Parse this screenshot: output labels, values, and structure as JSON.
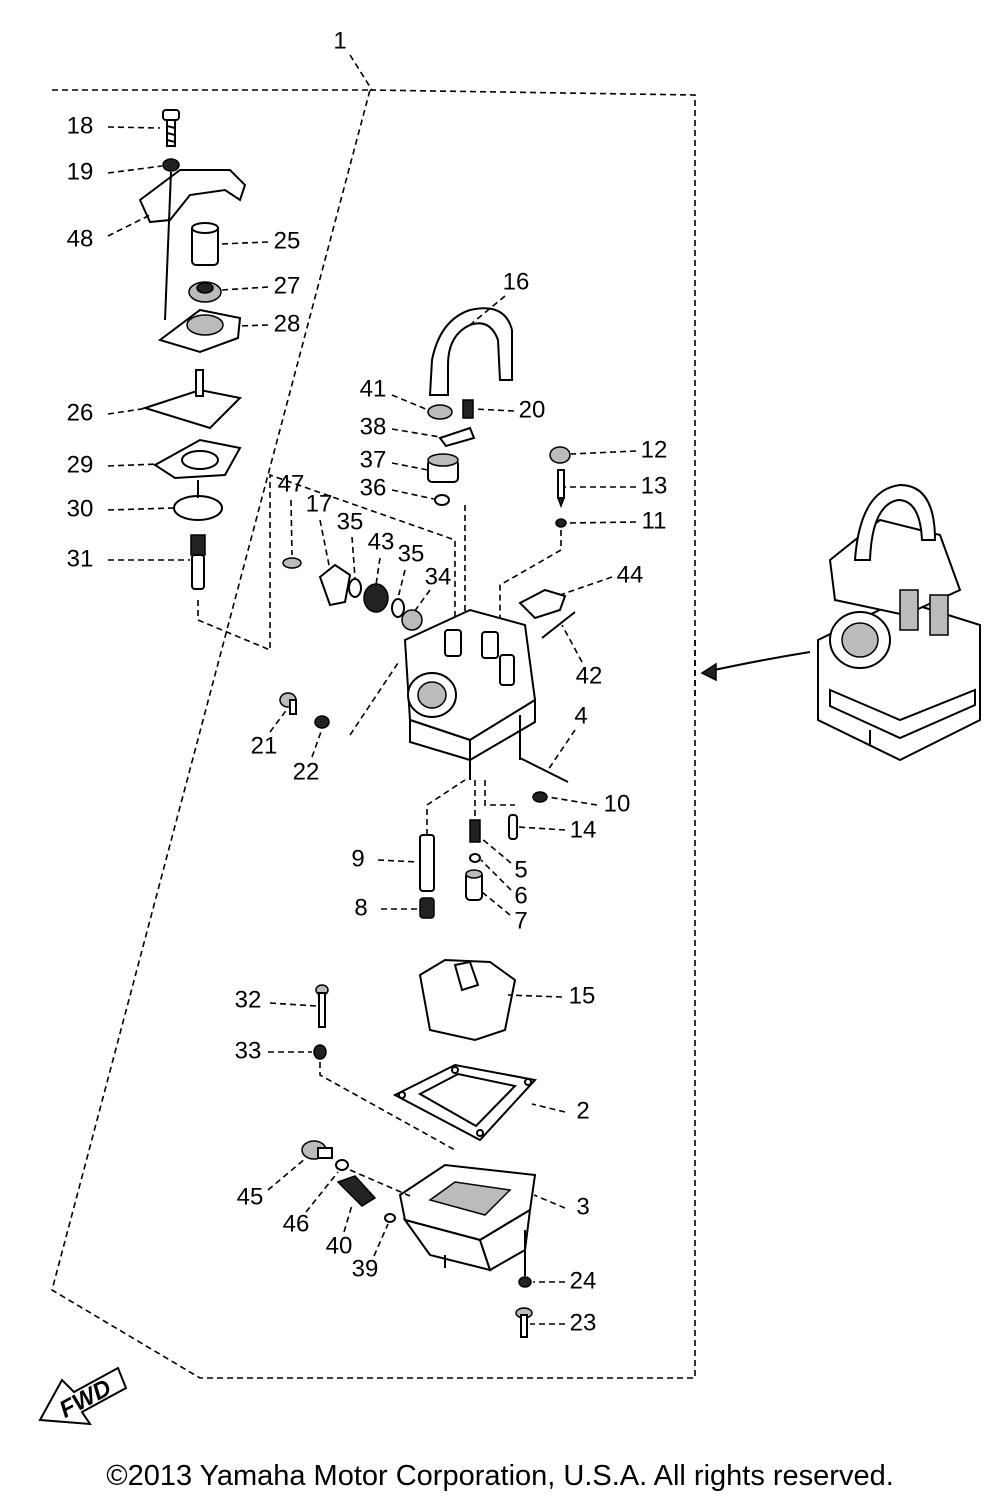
{
  "diagram": {
    "assembly_label": "1",
    "fwd_label": "FWD",
    "parts": [
      {
        "label": "18"
      },
      {
        "label": "19"
      },
      {
        "label": "48"
      },
      {
        "label": "25"
      },
      {
        "label": "27"
      },
      {
        "label": "28"
      },
      {
        "label": "26"
      },
      {
        "label": "29"
      },
      {
        "label": "30"
      },
      {
        "label": "31"
      },
      {
        "label": "16"
      },
      {
        "label": "41"
      },
      {
        "label": "20"
      },
      {
        "label": "38"
      },
      {
        "label": "37"
      },
      {
        "label": "36"
      },
      {
        "label": "12"
      },
      {
        "label": "13"
      },
      {
        "label": "11"
      },
      {
        "label": "47"
      },
      {
        "label": "17"
      },
      {
        "label": "35"
      },
      {
        "label": "43"
      },
      {
        "label": "35"
      },
      {
        "label": "34"
      },
      {
        "label": "44"
      },
      {
        "label": "42"
      },
      {
        "label": "21"
      },
      {
        "label": "22"
      },
      {
        "label": "4"
      },
      {
        "label": "10"
      },
      {
        "label": "14"
      },
      {
        "label": "9"
      },
      {
        "label": "5"
      },
      {
        "label": "6"
      },
      {
        "label": "8"
      },
      {
        "label": "7"
      },
      {
        "label": "32"
      },
      {
        "label": "15"
      },
      {
        "label": "33"
      },
      {
        "label": "2"
      },
      {
        "label": "45"
      },
      {
        "label": "3"
      },
      {
        "label": "46"
      },
      {
        "label": "40"
      },
      {
        "label": "39"
      },
      {
        "label": "24"
      },
      {
        "label": "23"
      }
    ]
  },
  "footer": {
    "copyright": "©2013 Yamaha Motor Corporation, U.S.A. All rights reserved."
  }
}
